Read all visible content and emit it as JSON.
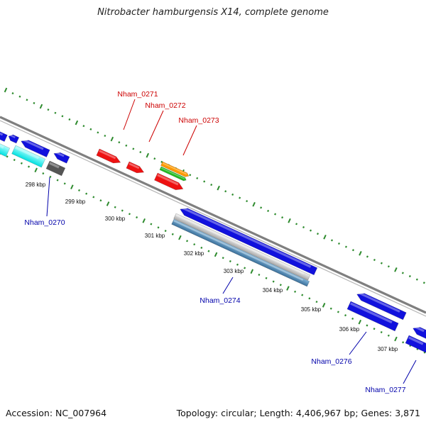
{
  "title": "Nitrobacter hamburgensis X14, complete genome",
  "accession": "Accession: NC_007964",
  "topology": "Topology: circular; Length: 4,406,967 bp; Genes: 3,871",
  "colors": {
    "backbone": "#7f7f7f",
    "tick_dots": "#2e8b2e",
    "forward_label": "#cc0000",
    "reverse_label": "#0000aa",
    "red_gene": "#ee1111",
    "blue_gene": "#1111dd",
    "cyan_gene": "#11ffff",
    "gray_gene": "#555555",
    "orange_gene": "#ff9900",
    "green_gene": "#22bb22"
  },
  "gene_labels": [
    "Nham_0271",
    "Nham_0272",
    "Nham_0273",
    "Nham_0270",
    "Nham_0274",
    "Nham_0276",
    "Nham_0277"
  ],
  "ticks": [
    "298 kbp",
    "299 kbp",
    "300 kbp",
    "301 kbp",
    "302 kbp",
    "303 kbp",
    "304 kbp",
    "305 kbp",
    "306 kbp",
    "307 kbp"
  ]
}
